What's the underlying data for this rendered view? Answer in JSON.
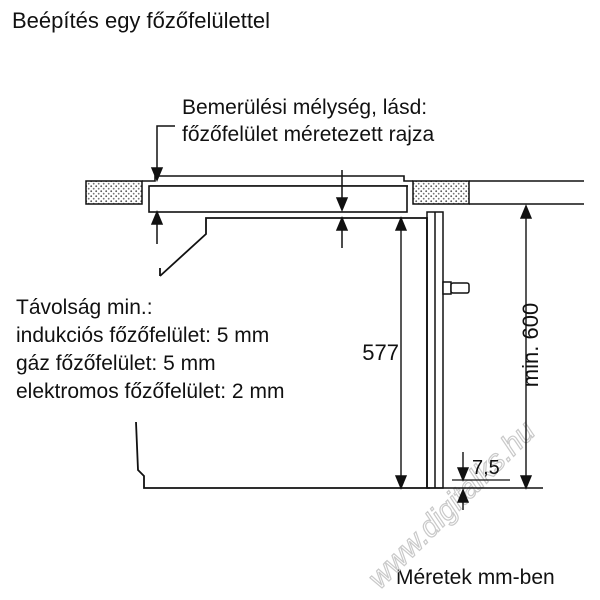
{
  "title": "Beépítés egy főzőfelülettel",
  "depth_note": {
    "line1": "Bemerülési mélység, lásd:",
    "line2": "főzőfelület méretezett rajza"
  },
  "distance_note": {
    "line1": "Távolság min.:",
    "line2": "indukciós főzőfelület: 5 mm",
    "line3": "gáz főzőfelület: 5 mm",
    "line4": "elektromos főzőfelület: 2 mm"
  },
  "dimensions": {
    "height": "577",
    "min_height": "min. 600",
    "gap": "7,5"
  },
  "units_note": "Méretek mm-ben",
  "watermark": "www.digitalks.hu"
}
